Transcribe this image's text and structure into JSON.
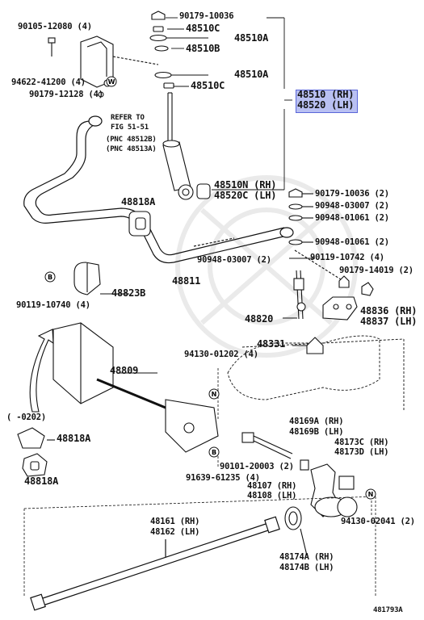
{
  "highlight": {
    "color": "#b9c0f2",
    "border": "#5a66d8",
    "labels": [
      "48510 (RH)",
      "48520 (LH)"
    ]
  },
  "labels": {
    "p90179_10036_top": "90179-10036",
    "p48510C_a": "48510C",
    "p48510A_a": "48510A",
    "p48510B": "48510B",
    "p48510A_b": "48510A",
    "p48510C_b": "48510C",
    "p48510_rh": "48510 (RH)",
    "p48520_lh": "48520 (LH)",
    "p90105": "90105-12080 (4)",
    "p94622": "94622-41200 (4)",
    "p90179_12128": "90179-12128 (4)",
    "refer1": "REFER TO",
    "refer2": "FIG 51-51",
    "refer3": "(PNC 48512B)",
    "refer4": "(PNC 48513A)",
    "p48510N": "48510N (RH)",
    "p48520C": "48520C (LH)",
    "p90179_10036_2": "90179-10036 (2)",
    "p90948_03007_2a": "90948-03007 (2)",
    "p90948_01061_2a": "90948-01061 (2)",
    "p90948_01061_2b": "90948-01061 (2)",
    "p48818A_top": "48818A",
    "p90948_03007_2b": "90948-03007 (2)",
    "p90119_10742": "90119-10742 (4)",
    "p90179_14019": "90179-14019 (2)",
    "p48811": "48811",
    "p48823B": "48823B",
    "p90119_10740": "90119-10740 (4)",
    "p48820": "48820",
    "p48836": "48836 (RH)",
    "p48837": "48837 (LH)",
    "p48331": "48331",
    "p94130_01202": "94130-01202 (4)",
    "p48809": "48809",
    "date_range": "( -0202)",
    "p48818A_mid": "48818A",
    "p48818A_bot": "48818A",
    "p48169A": "48169A (RH)",
    "p48169B": "48169B (LH)",
    "p48173C": "48173C (RH)",
    "p48173D": "48173D (LH)",
    "p90101_20003": "90101-20003 (2)",
    "p48107": "48107 (RH)",
    "p48108": "48108 (LH)",
    "p91639_61235": "91639-61235 (4)",
    "p94130_02041": "94130-02041 (2)",
    "p48161": "48161 (RH)",
    "p48162": "48162 (LH)",
    "p48174A": "48174A (RH)",
    "p48174B": "48174B (LH)",
    "fig_code": "481793A"
  },
  "markers": {
    "B": "B",
    "N": "N",
    "W": "W"
  }
}
